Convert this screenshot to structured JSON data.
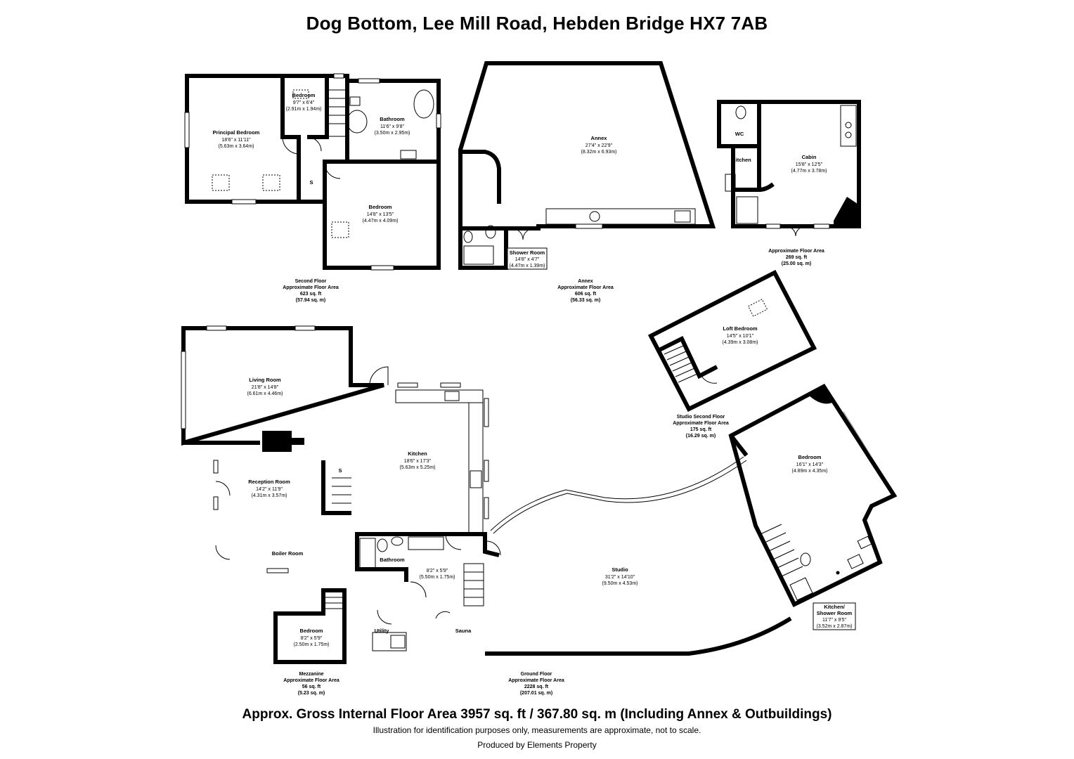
{
  "title": "Dog Bottom, Lee Mill Road, Hebden Bridge HX7 7AB",
  "rooms": {
    "bedroom_small": {
      "name": "Bedroom",
      "dim1": "9'7\" x 6'4\"",
      "dim2": "(2.91m x 1.94m)"
    },
    "principal_bedroom": {
      "name": "Principal Bedroom",
      "dim1": "18'6\" x 11'11\"",
      "dim2": "(5.63m x 3.64m)"
    },
    "bathroom_top": {
      "name": "Bathroom",
      "dim1": "11'6\" x 9'8\"",
      "dim2": "(3.50m x 2.95m)"
    },
    "store_top": {
      "name": "S"
    },
    "bedroom_second": {
      "name": "Bedroom",
      "dim1": "14'8\" x 13'5\"",
      "dim2": "(4.47m x 4.09m)"
    },
    "annex": {
      "name": "Annex",
      "dim1": "27'4\" x 22'9\"",
      "dim2": "(8.32m x 6.93m)"
    },
    "shower_room": {
      "name": "Shower Room",
      "dim1": "14'8\" x 4'7\"",
      "dim2": "(4.47m x 1.39m)"
    },
    "wc": {
      "name": "WC"
    },
    "cabin_kitchen": {
      "name": "Kitchen"
    },
    "cabin": {
      "name": "Cabin",
      "dim1": "15'8\" x 12'5\"",
      "dim2": "(4.77m x 3.78m)"
    },
    "living_room": {
      "name": "Living Room",
      "dim1": "21'8\" x 14'8\"",
      "dim2": "(6.61m x 4.46m)"
    },
    "kitchen": {
      "name": "Kitchen",
      "dim1": "18'6\" x 17'3\"",
      "dim2": "(5.63m x 5.25m)"
    },
    "reception_room": {
      "name": "Reception Room",
      "dim1": "14'2\" x 11'9\"",
      "dim2": "(4.31m x 3.57m)"
    },
    "store_ground": {
      "name": "S"
    },
    "boiler_room": {
      "name": "Boiler Room"
    },
    "bathroom_ground": {
      "name": "Bathroom"
    },
    "hall": {
      "dim1": "8'2\" x 5'9\"",
      "dim2": "(5.50m x 1.75m)"
    },
    "utility": {
      "name": "Utility"
    },
    "sauna": {
      "name": "Sauna"
    },
    "bedroom_mezz": {
      "name": "Bedroom",
      "dim1": "8'2\" x 5'9\"",
      "dim2": "(2.50m x 1.75m)"
    },
    "loft_bedroom": {
      "name": "Loft Bedroom",
      "dim1": "14'5\" x 10'1\"",
      "dim2": "(4.39m x 3.08m)"
    },
    "studio": {
      "name": "Studio",
      "dim1": "31'2\" x 14'10\"",
      "dim2": "(9.50m x 4.53m)"
    },
    "studio_bedroom": {
      "name": "Bedroom",
      "dim1": "16'1\" x 14'3\"",
      "dim2": "(4.89m x 4.35m)"
    },
    "kitchen_shower": {
      "name1": "Kitchen/",
      "name2": "Shower Room",
      "dim1": "11'7\" x 9'5\"",
      "dim2": "(3.52m x 2.87m)"
    }
  },
  "areas": {
    "second_floor": {
      "l1": "Second Floor",
      "l2": "Approximate Floor Area",
      "l3": "623 sq. ft",
      "l4": "(57.94 sq. m)"
    },
    "annex": {
      "l1": "Annex",
      "l2": "Approximate Floor Area",
      "l3": "606 sq. ft",
      "l4": "(56.33 sq. m)"
    },
    "cabin": {
      "l2": "Approximate Floor Area",
      "l3": "269 sq. ft",
      "l4": "(25.00 sq. m)"
    },
    "studio_second": {
      "l1": "Studio Second Floor",
      "l2": "Approximate Floor Area",
      "l3": "175 sq. ft",
      "l4": "(16.29 sq. m)"
    },
    "ground_floor": {
      "l1": "Ground Floor",
      "l2": "Approximate Floor Area",
      "l3": "2228 sq. ft",
      "l4": "(207.01 sq. m)"
    },
    "mezzanine": {
      "l1": "Mezzanine",
      "l2": "Approximate Floor Area",
      "l3": "56 sq. ft",
      "l4": "(5.23 sq. m)"
    }
  },
  "gross_area": "Approx. Gross Internal Floor Area 3957 sq. ft / 367.80 sq. m (Including Annex & Outbuildings)",
  "disclaimer": "Illustration for identification purposes only, measurements are approximate, not to scale.",
  "producer": "Produced by Elements Property"
}
